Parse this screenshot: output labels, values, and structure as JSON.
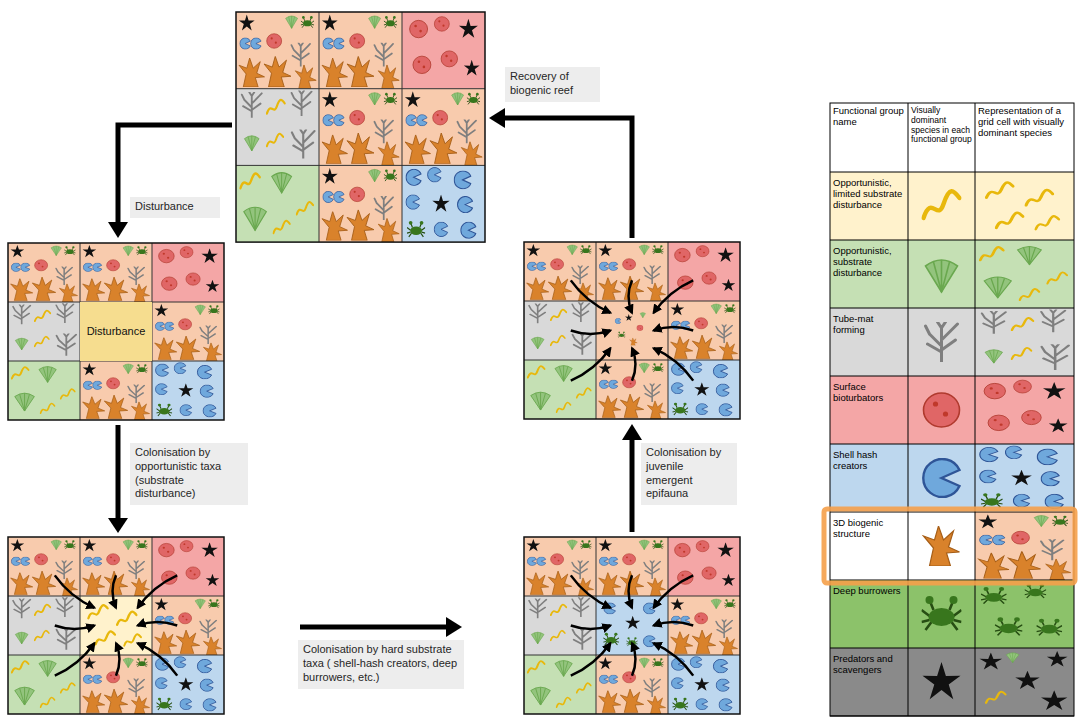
{
  "diagram": {
    "nodes": [
      {
        "text": [
          "Recovery of biogenic reef"
        ]
      },
      {
        "text": [
          "Disturbance"
        ]
      },
      {
        "text": [
          "Disturbance"
        ]
      },
      {
        "text": [
          "Colonisation by opportunistic taxa (substrate disturbance)"
        ]
      },
      {
        "text": [
          "Colonisation by juvenile emergent epifauna"
        ]
      },
      {
        "text": [
          "Colonisation by hard substrate taxa ( shell-hash creators, deep burrowers, etc.)"
        ]
      }
    ],
    "labels": [
      "Functional group name",
      "Visually dominant species in each functional group",
      "Representation of a grid cell with visually dominant species"
    ],
    "legend": [
      {
        "text": "Opportunistic, limited substrate disturbance"
      },
      {
        "text": "Opportunistic, substrate disturbance"
      },
      {
        "text": "Tube-mat forming"
      },
      {
        "text": "Surface bioturbators"
      },
      {
        "text": "Shell hash creators"
      },
      {
        "text": "3D biogenic structure"
      },
      {
        "text": "Deep burrowers"
      },
      {
        "text": "Predators and scavengers"
      }
    ]
  }
}
